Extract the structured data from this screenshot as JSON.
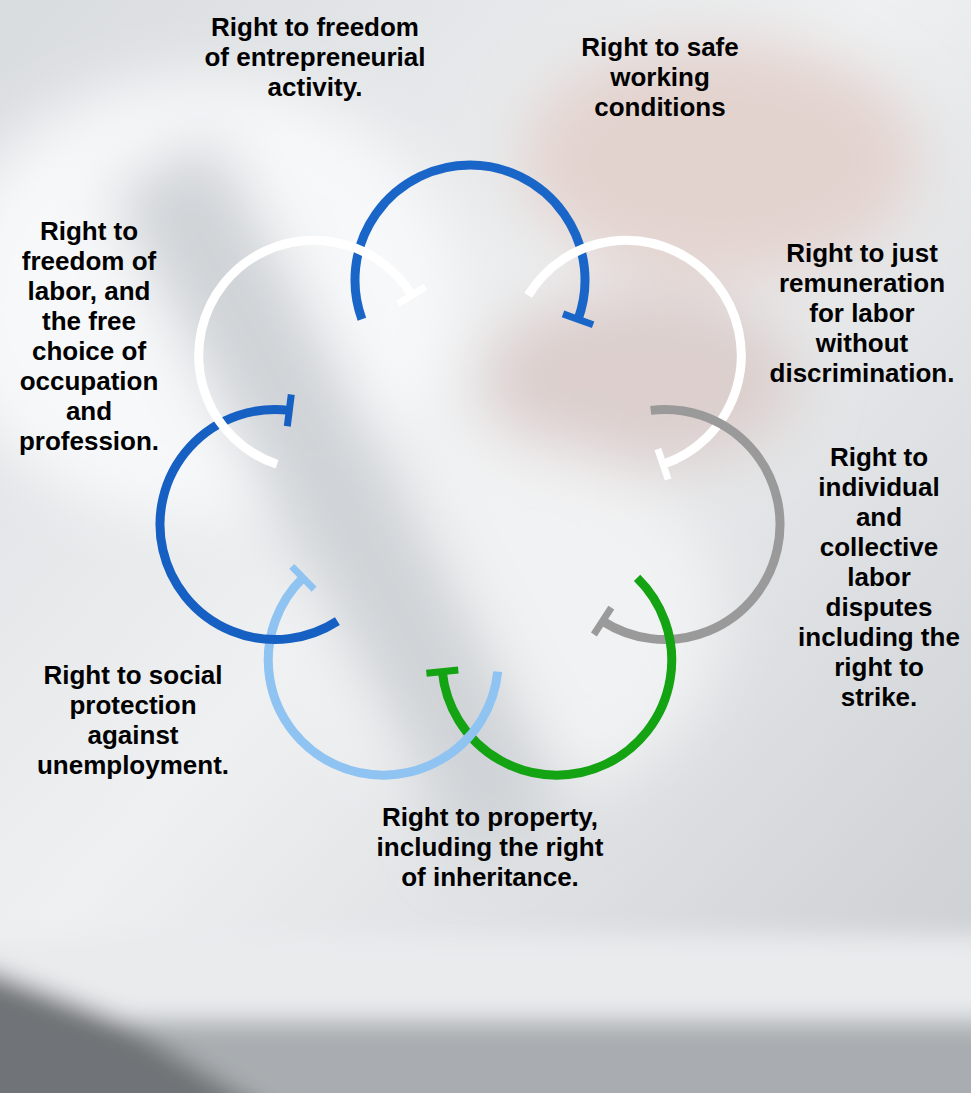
{
  "diagram": {
    "nodes": [
      {
        "text": [
          "Right to freedom of entrepreneurial activity."
        ]
      },
      {
        "text": [
          "Right to safe working conditions"
        ]
      },
      {
        "text": [
          "Right to just remuneration for labor without discrimination."
        ]
      },
      {
        "text": [
          "Right to individual and collective labor disputes including the right to strike."
        ]
      },
      {
        "text": [
          "Right to property, including the right of inheritance."
        ]
      },
      {
        "text": [
          "Right to social protection against unemployment."
        ]
      },
      {
        "text": [
          "Right to freedom of labor, and the free choice of occupation and profession."
        ]
      }
    ]
  }
}
